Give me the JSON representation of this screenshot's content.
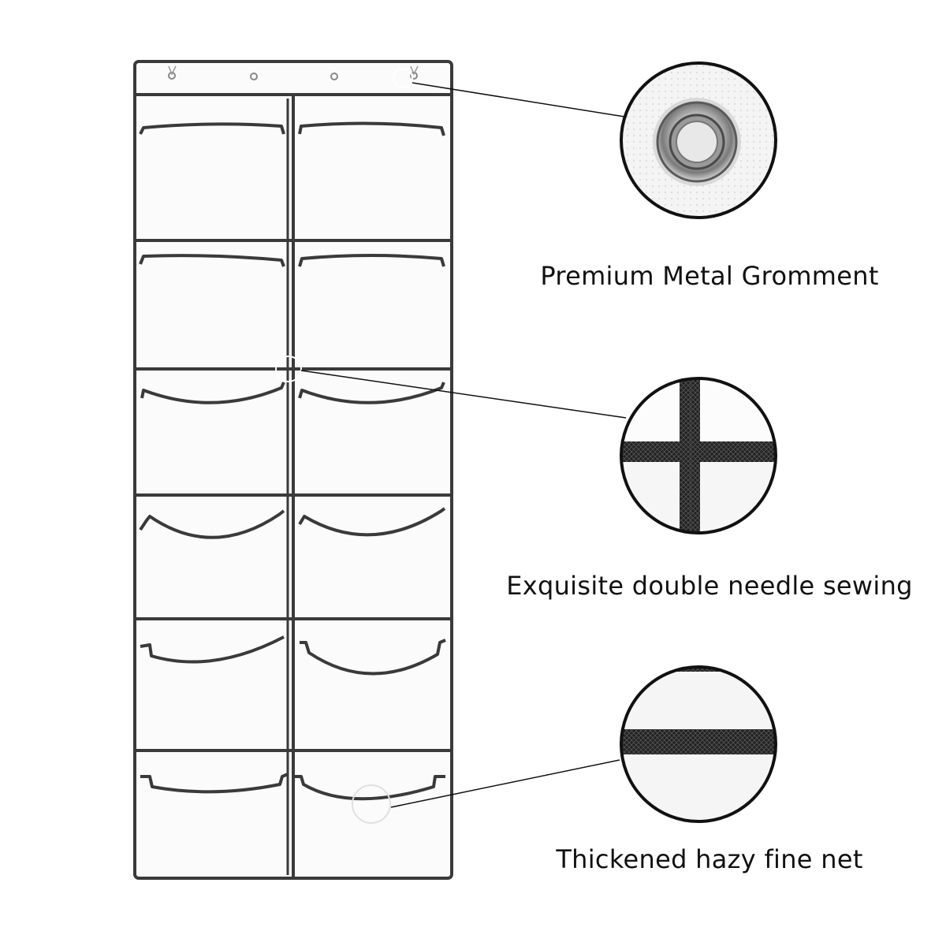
{
  "features": [
    {
      "label": "Premium Metal Gromment",
      "detail_icon": "grommet-closeup-icon"
    },
    {
      "label": "Exquisite double needle sewing",
      "detail_icon": "stitch-cross-closeup-icon"
    },
    {
      "label": "Thickened hazy fine net",
      "detail_icon": "edge-binding-closeup-icon"
    }
  ],
  "colors": {
    "background": "#ffffff",
    "binding": "#3a3a3a",
    "outline": "#111111",
    "pocket": "#f7f7f7"
  }
}
